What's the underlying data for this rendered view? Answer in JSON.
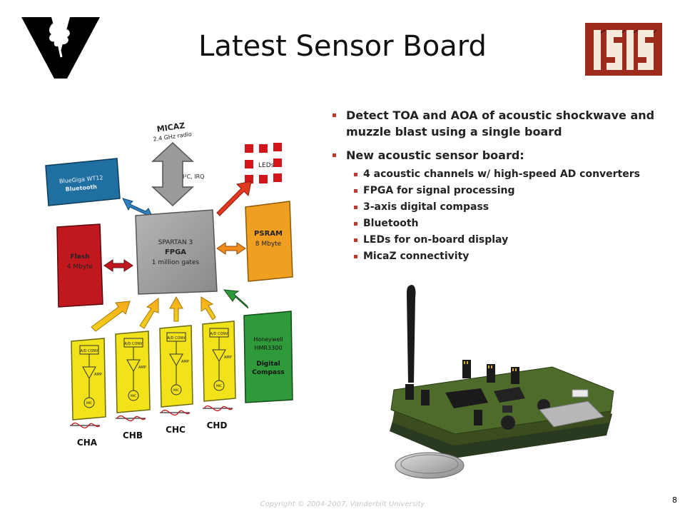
{
  "slide": {
    "title": "Latest Sensor Board",
    "page_number": "8",
    "copyright": "Copyright © 2004-2007, Vanderbilt University"
  },
  "bullets": [
    {
      "text": "Detect TOA and AOA of acoustic shockwave and muzzle blast using a single board"
    },
    {
      "text": "New acoustic sensor board:",
      "sub": [
        "4 acoustic channels w/ high-speed AD converters",
        "FPGA for signal processing",
        "3-axis digital compass",
        "Bluetooth",
        "LEDs for on-board display",
        "MicaZ connectivity"
      ]
    }
  ],
  "diagram": {
    "micaz": {
      "name": "MICAZ",
      "sub": "2.4 GHz radio"
    },
    "i2c": "I²C, IRQ",
    "leds": "LEDs",
    "bluetooth": {
      "name": "BlueGiga WT12",
      "sub": "Bluetooth"
    },
    "fpga": {
      "l1": "SPARTAN 3",
      "l2": "FPGA",
      "l3": "1 million gates"
    },
    "psram": {
      "name": "PSRAM",
      "sub": "8 Mbyte"
    },
    "flash": {
      "name": "Flash",
      "sub": "4 Mbyte"
    },
    "compass": {
      "l1": "Honeywell",
      "l2": "HMR3300",
      "l3": "Digital",
      "l4": "Compass"
    },
    "adconv": "A/D CONV",
    "amp": "AMP",
    "mic": "MIC",
    "channels": [
      "CHA",
      "CHB",
      "CHC",
      "CHD"
    ]
  },
  "logos": {
    "left": "V",
    "right": "ISIS"
  },
  "colors": {
    "bullet": "#c0392b",
    "isis_bg": "#9e2a1e",
    "bluetooth": "#1f6fa0",
    "fpga": "#9a9a9a",
    "psram": "#f0a020",
    "flash": "#c0181e",
    "compass": "#2f9a3a",
    "channel": "#f1e21a"
  }
}
